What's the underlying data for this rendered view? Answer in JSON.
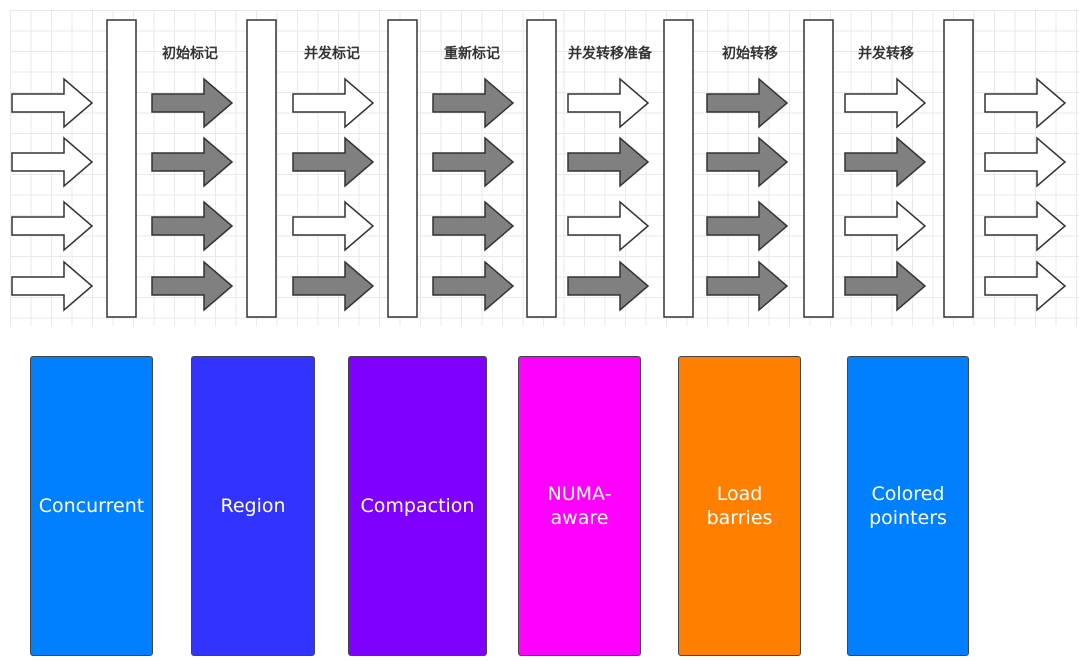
{
  "phases": [
    "初始标记",
    "并发标记",
    "重新标记",
    "并发转移准备",
    "初始转移",
    "并发转移"
  ],
  "arrow_columns": [
    [
      "white",
      "white",
      "white",
      "white"
    ],
    [
      "gray",
      "gray",
      "gray",
      "gray"
    ],
    [
      "white",
      "gray",
      "white",
      "gray"
    ],
    [
      "gray",
      "gray",
      "gray",
      "gray"
    ],
    [
      "white",
      "gray",
      "white",
      "gray"
    ],
    [
      "gray",
      "gray",
      "gray",
      "gray"
    ],
    [
      "white",
      "gray",
      "white",
      "gray"
    ],
    [
      "white",
      "white",
      "white",
      "white"
    ]
  ],
  "colors": {
    "gray": "#808080",
    "white": "#ffffff",
    "stroke": "#333333"
  },
  "features": [
    {
      "label": "Concurrent",
      "color": "#0080FF"
    },
    {
      "label": "Region",
      "color": "#3333FF"
    },
    {
      "label": "Compaction",
      "color": "#7F00FF"
    },
    {
      "label": "NUMA-aware",
      "color": "#FF00FF"
    },
    {
      "label": "Load barries",
      "color": "#FF8000"
    },
    {
      "label": "Colored pointers",
      "color": "#0080FF"
    }
  ]
}
